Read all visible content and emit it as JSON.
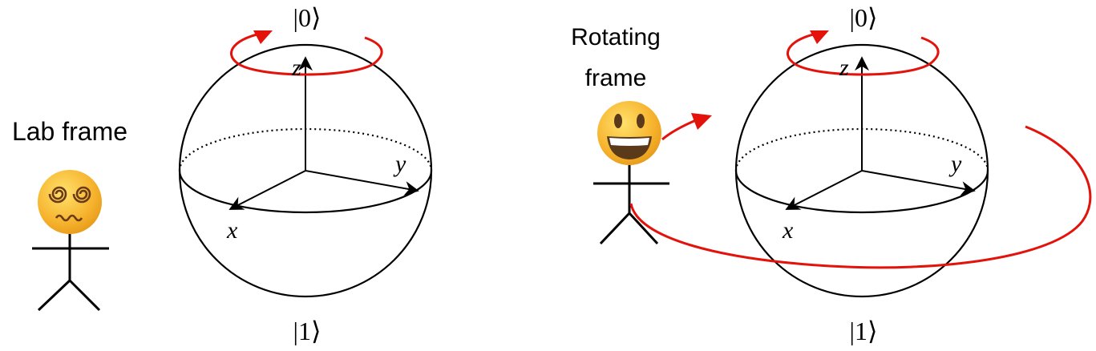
{
  "left_panel": {
    "observer_label": "Lab frame",
    "observer_emoji": "dizzy-face-emoji",
    "state_top": "|0⟩",
    "state_bottom": "|1⟩",
    "axis_x": "x",
    "axis_y": "y",
    "axis_z": "z"
  },
  "right_panel": {
    "observer_label_line1": "Rotating",
    "observer_label_line2": "frame",
    "observer_emoji": "grinning-face-emoji",
    "state_top": "|0⟩",
    "state_bottom": "|1⟩",
    "axis_x": "x",
    "axis_y": "y",
    "axis_z": "z"
  },
  "colors": {
    "rotation_arrow": "#e3120b",
    "lines": "#000000",
    "emoji_face": "#f6b22c"
  }
}
